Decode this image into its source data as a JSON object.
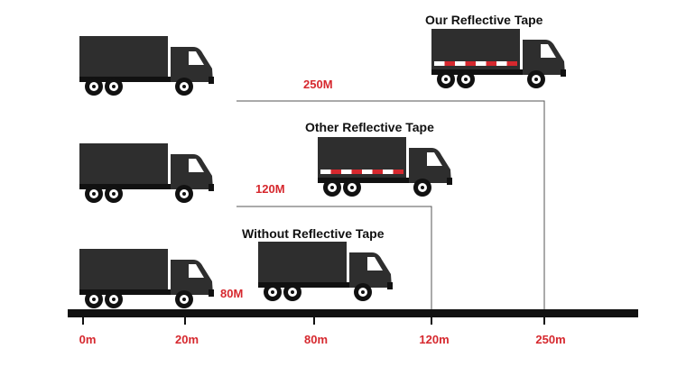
{
  "colors": {
    "truck_body": "#2e2e2e",
    "truck_dark": "#111111",
    "wheel_hub": "#ffffff",
    "ground": "#111111",
    "guide_line": "#555555",
    "label_red": "#d6282e",
    "tape_red": "#d6282e",
    "tape_white": "#ffffff",
    "heading_text": "#111111"
  },
  "scenarios": [
    {
      "heading": "Our Reflective Tape",
      "distance_label": "250M",
      "tape": true
    },
    {
      "heading": "Other Reflective Tape",
      "distance_label": "120M",
      "tape": true
    },
    {
      "heading": "Without Reflective Tape",
      "distance_label": "80M",
      "tape": false
    }
  ],
  "axis": {
    "ticks": [
      "0m",
      "20m",
      "80m",
      "120m",
      "250m"
    ]
  },
  "icons": {
    "truck": "truck-icon"
  }
}
